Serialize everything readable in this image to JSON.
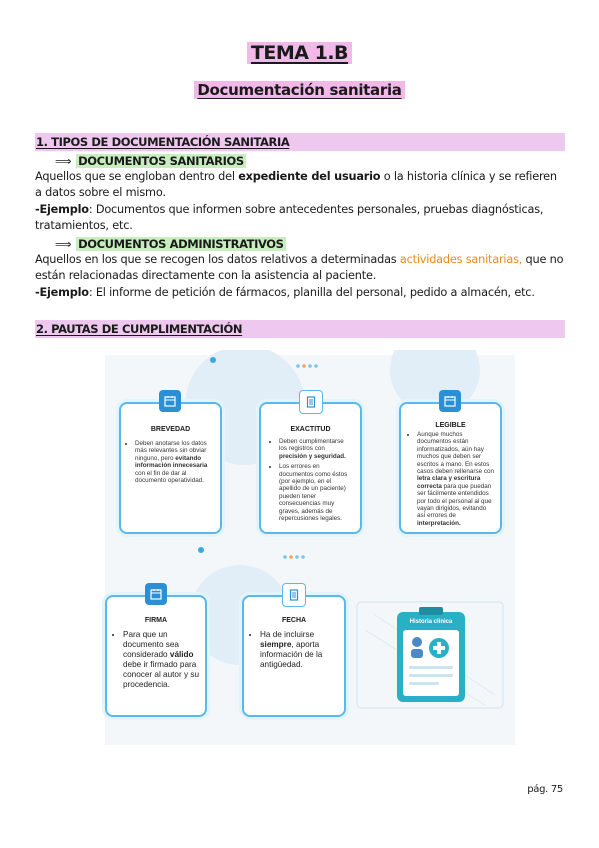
{
  "title": "TEMA 1.B",
  "subtitle": "Documentación sanitaria",
  "section1": {
    "heading": "1. TIPOS DE DOCUMENTACIÓN SANITARIA",
    "sub1": {
      "arrow": "⟹",
      "label": "DOCUMENTOS SANITARIOS",
      "p1a": "Aquellos que se engloban dentro del ",
      "p1b": "expediente del usuario",
      "p1c": " o la historia clínica y se refieren a datos sobre el mismo.",
      "ex_label": "-Ejemplo",
      "ex_text": ": Documentos que informen sobre antecedentes personales, pruebas diagnósticas, tratamientos, etc."
    },
    "sub2": {
      "arrow": "⟹",
      "label": "DOCUMENTOS ADMINISTRATIVOS",
      "p1a": "Aquellos en los que se recogen los datos relativos a determinadas ",
      "p1b": "actividades sanitarias,",
      "p1c": " que no están relacionadas directamente con la asistencia al paciente.",
      "ex_label": "-Ejemplo",
      "ex_text": ": El informe de petición de fármacos, planilla del personal, pedido a almacén, etc."
    }
  },
  "section2": {
    "heading": "2. PAUTAS DE CUMPLIMENTACIÓN"
  },
  "cards": {
    "brevedad": {
      "title": "BREVEDAD",
      "t1": "Deben anotarse los datos más relevantes sin obviar ninguno, pero ",
      "b1": "evitando información innecesaria",
      "t2": " con el fin de dar al documento operatividad."
    },
    "exactitud": {
      "title": "EXACTITUD",
      "t1": "Deben cumplimentarse los registros con ",
      "b1": "precisión y seguridad.",
      "t2": "Los errores en documentos como éstos (por ejemplo, en el apellido de un paciente) pueden tener consecuencias muy graves, además de repercusiones legales."
    },
    "legible": {
      "title": "LEGIBLE",
      "t1": "Aunque muchos documentos están informatizados, aún hay muchos que deben ser escritos a mano. En estos casos deben rellenarse con ",
      "b1": "letra clara y escritura correcta",
      "t2": " para que puedan ser fácilmente entendidos por todo el personal al que vayan dirigidos, evitando así errores de ",
      "b2": "interpretación."
    },
    "firma": {
      "title": "FIRMA",
      "t1": "Para que un documento sea considerado ",
      "b1": "válido",
      "t2": " debe ir firmado para conocer al autor y su procedencia."
    },
    "fecha": {
      "title": "FECHA",
      "t1": "Ha de incluirse ",
      "b1": "siempre",
      "t2": ", aporta información de la antigüedad."
    },
    "clipboard_label": "Historia clínica"
  },
  "page_number": "pág. 75",
  "colors": {
    "highlight_pink": "#eec8ee",
    "highlight_green": "#c8eec0",
    "accent_orange": "#f08a1c",
    "card_blue": "#5ab9ea",
    "icon_blue": "#2b8fd6",
    "clipboard_teal": "#2ab0c4"
  }
}
